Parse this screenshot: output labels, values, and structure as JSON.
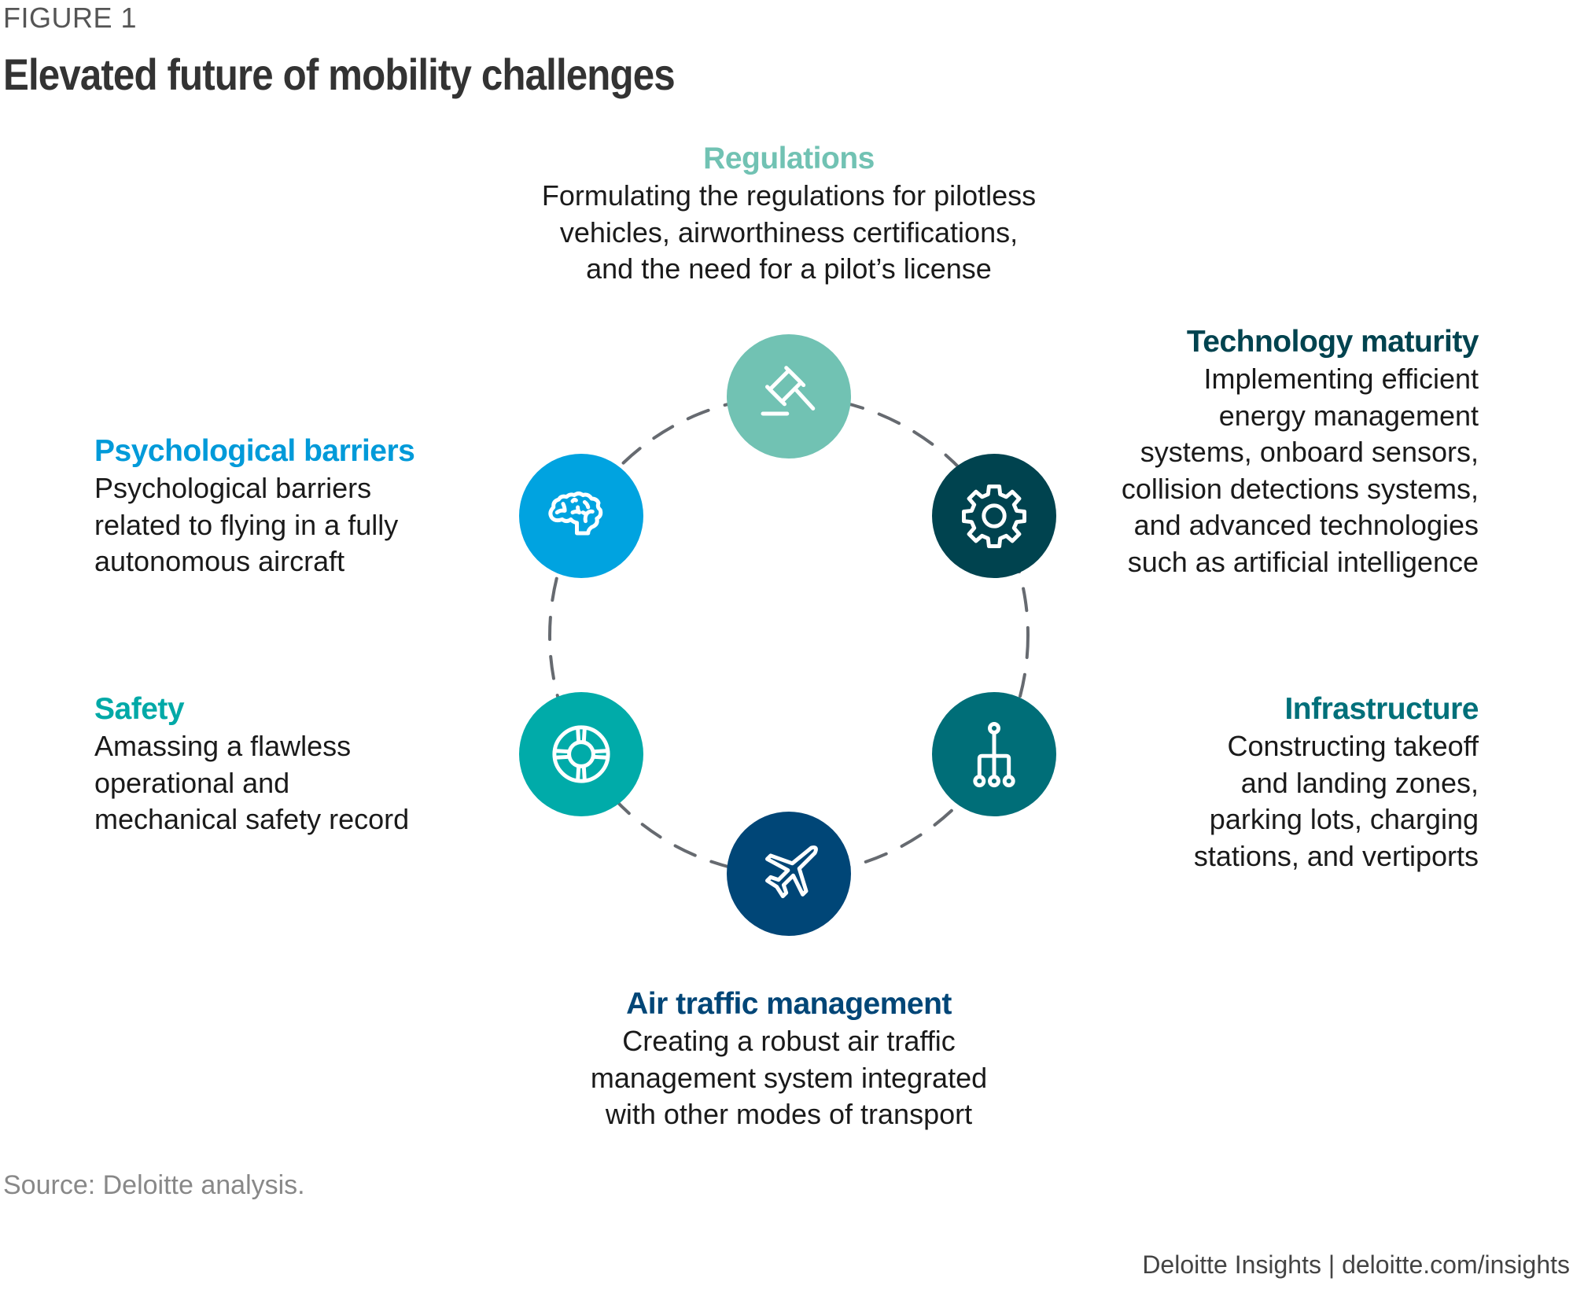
{
  "figure_label": "FIGURE 1",
  "title": "Elevated future of mobility challenges",
  "colors": {
    "regulations": "#71c2b3",
    "technology": "#00434f",
    "infrastructure": "#006e78",
    "air_traffic": "#004677",
    "safety": "#00aba9",
    "psychological": "#00a3e0",
    "dashes": "#666a70"
  },
  "items": {
    "regulations": {
      "heading": "Regulations",
      "icon": "gavel-icon",
      "lines": [
        "Formulating the regulations for pilotless",
        "vehicles, airworthiness certifications,",
        "and the need for a pilot’s license"
      ]
    },
    "technology": {
      "heading": "Technology maturity",
      "icon": "gear-icon",
      "lines": [
        "Implementing efficient",
        "energy management",
        "systems, onboard sensors,",
        "collision detections systems,",
        "and advanced technologies",
        "such as artificial intelligence"
      ]
    },
    "infrastructure": {
      "heading": "Infrastructure",
      "icon": "network-icon",
      "lines": [
        "Constructing takeoff",
        "and landing zones,",
        "parking lots, charging",
        "stations, and vertiports"
      ]
    },
    "air_traffic": {
      "heading": "Air traffic management",
      "icon": "airplane-icon",
      "lines": [
        "Creating a robust air traffic",
        "management system integrated",
        "with other modes of transport"
      ]
    },
    "safety": {
      "heading": "Safety",
      "icon": "lifebuoy-icon",
      "lines": [
        "Amassing a flawless",
        "operational and",
        "mechanical safety record"
      ]
    },
    "psychological": {
      "heading": "Psychological barriers",
      "icon": "brain-icon",
      "lines": [
        "Psychological barriers",
        "related to flying in a fully",
        "autonomous aircraft"
      ]
    }
  },
  "source": "Source: Deloitte analysis.",
  "footer": "Deloitte Insights | deloitte.com/insights"
}
